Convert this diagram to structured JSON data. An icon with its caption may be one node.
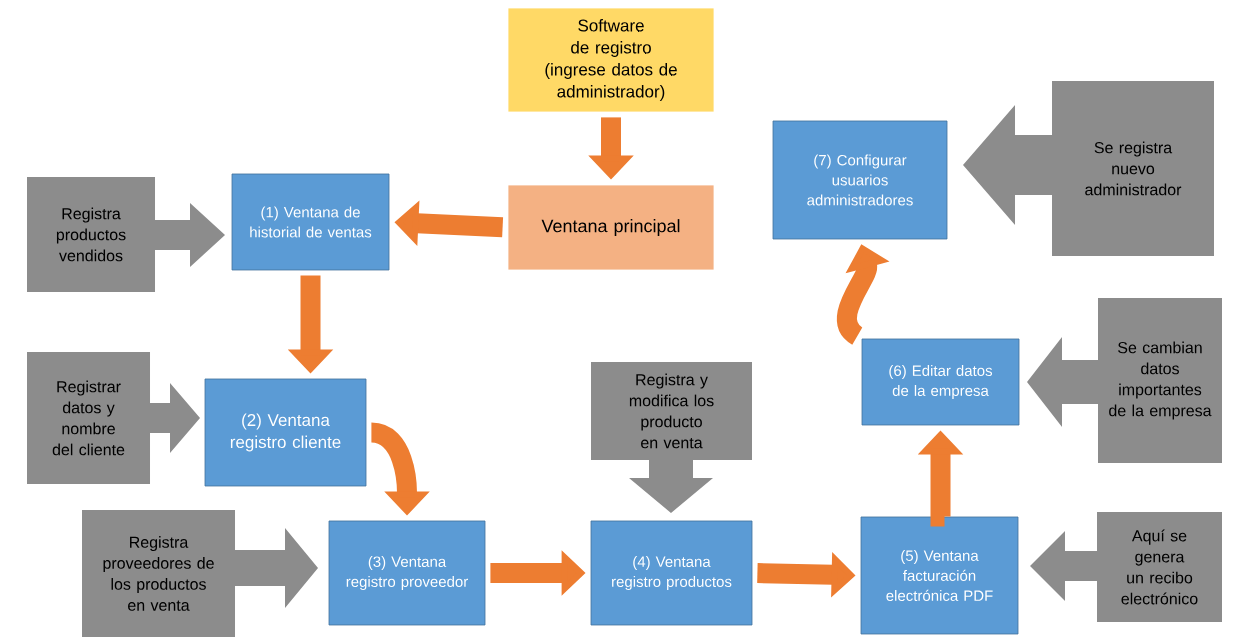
{
  "diagram": {
    "nodes": [
      {
        "text": [
          "Software de registro (ingrese datos de administrador)"
        ]
      },
      {
        "text": [
          "Ventana principal"
        ]
      },
      {
        "text": [
          "(1) Ventana de historial de ventas"
        ]
      },
      {
        "text": [
          "Registra productos vendidos"
        ]
      },
      {
        "text": [
          "(2) Ventana registro cliente"
        ]
      },
      {
        "text": [
          "Registrar datos y nombre del cliente"
        ]
      },
      {
        "text": [
          "(3) Ventana registro proveedor"
        ]
      },
      {
        "text": [
          "Registra proveedores de los productos en venta"
        ]
      },
      {
        "text": [
          "(4) Ventana registro productos"
        ]
      },
      {
        "text": [
          "Registra y modifica los producto en venta"
        ]
      },
      {
        "text": [
          "(5) Ventana facturación electrónica PDF"
        ]
      },
      {
        "text": [
          "Aquí se genera un recibo electrónico"
        ]
      },
      {
        "text": [
          "(6) Editar datos de la empresa"
        ]
      },
      {
        "text": [
          "Se cambian datos importantes de la empresa"
        ]
      },
      {
        "text": [
          "(7) Configurar usuarios administradores"
        ]
      },
      {
        "text": [
          "Se registra nuevo administrador"
        ]
      }
    ],
    "edges": [
      {
        "from": 0,
        "to": 1,
        "arrow": "to"
      },
      {
        "from": 1,
        "to": 2,
        "arrow": "to"
      },
      {
        "from": 2,
        "to": 4,
        "arrow": "to"
      },
      {
        "from": 4,
        "to": 6,
        "arrow": "to"
      },
      {
        "from": 6,
        "to": 8,
        "arrow": "to"
      },
      {
        "from": 8,
        "to": 10,
        "arrow": "to"
      },
      {
        "from": 10,
        "to": 12,
        "arrow": "to"
      },
      {
        "from": 12,
        "to": 14,
        "arrow": "to"
      }
    ]
  }
}
